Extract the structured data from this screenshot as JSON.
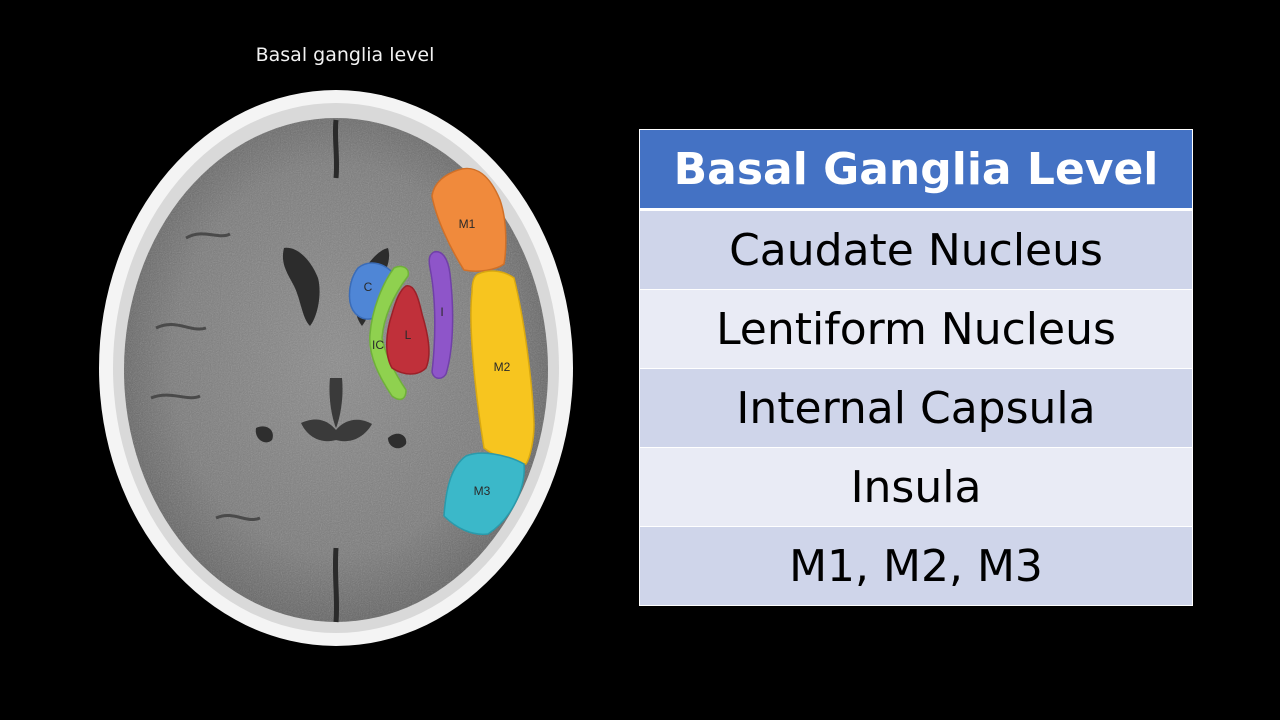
{
  "figure": {
    "caption": "Basal ganglia level",
    "region_labels": {
      "c": "C",
      "ic": "IC",
      "l": "L",
      "i": "I",
      "m1": "M1",
      "m2": "M2",
      "m3": "M3"
    },
    "region_colors": {
      "c": "#4f86d6",
      "ic": "#8fd14f",
      "l": "#c0303a",
      "i": "#8e55c9",
      "m1": "#f08a3c",
      "m2": "#f7c51f",
      "m3": "#3bb8c9"
    }
  },
  "table": {
    "header": "Basal Ganglia Level",
    "rows": [
      "Caudate Nucleus",
      "Lentiform Nucleus",
      "Internal Capsula",
      "Insula",
      "M1, M2, M3"
    ],
    "colors": {
      "header_bg": "#4472c4",
      "row_dark": "#cfd5ea",
      "row_light": "#e9ebf5"
    }
  }
}
